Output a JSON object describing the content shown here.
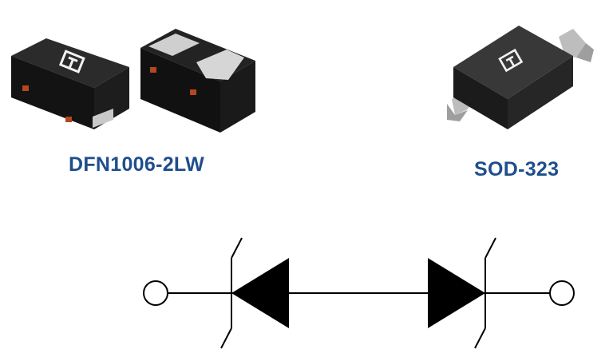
{
  "packages": [
    {
      "name": "DFN1006-2LW"
    },
    {
      "name": "SOD-323"
    }
  ],
  "colors": {
    "label_text": "#1f4e8c",
    "package_body": "#1c1c1c",
    "package_top": "#262626",
    "solder_pad": "#c9c9c9",
    "polarity_mark": "#b5461f",
    "symbol_stroke": "#000000"
  },
  "schematic": {
    "symbol": "bidirectional-tvs-diode",
    "terminals": [
      "terminal-1",
      "terminal-2"
    ]
  },
  "icons": [
    "brand-logo-icon",
    "diode-triangle-icon",
    "terminal-circle-icon"
  ]
}
